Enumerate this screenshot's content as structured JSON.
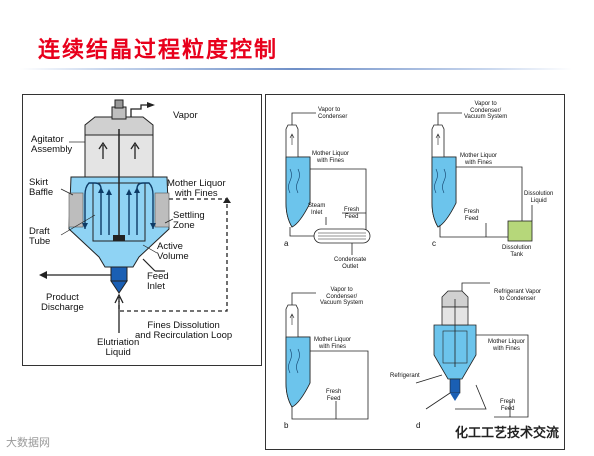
{
  "title": "连续结晶过程粒度控制",
  "left_panel": {
    "vapor": "Vapor",
    "agitator": "Agitator\nAssembly",
    "skirt": "Skirt\nBaffle",
    "mother": "Mother Liquor\nwith Fines",
    "settling": "Settling\nZone",
    "draft": "Draft\nTube",
    "active": "Active\nVolume",
    "feed": "Feed\nInlet",
    "product": "Product\nDischarge",
    "fines": "Fines Dissolution\nand Recirculation Loop",
    "elutriation": "Elutriation\nLiquid"
  },
  "right_panel": {
    "a": {
      "vapor": "Vapor to\nCondenser",
      "mother": "Mother Liquor\nwith Fines",
      "steam": "Steam\nInlet",
      "fresh": "Fresh\nFeed",
      "condensate": "Condensate\nOutlet",
      "letter": "a"
    },
    "c": {
      "vapor": "Vapor to\nCondenser/\nVacuum System",
      "mother": "Mother Liquor\nwith Fines",
      "dissolution": "Dissolution\nLiquid",
      "fresh": "Fresh\nFeed",
      "tank": "Dissolution\nTank",
      "letter": "c"
    },
    "b": {
      "vapor": "Vapor to\nCondenser/\nVacuum System",
      "mother": "Mother Liquor\nwith Fines",
      "fresh": "Fresh\nFeed",
      "letter": "b"
    },
    "d": {
      "vapor": "Refrigerant Vapor\nto Condenser",
      "mother": "Mother Liquor\nwith Fines",
      "refrigerant": "Refrigerant",
      "fresh": "Fresh\nFeed",
      "letter": "d"
    }
  },
  "footer": {
    "left": "大数据网",
    "right": "化工工艺技术交流"
  },
  "colors": {
    "title": "#e8001c",
    "liquid": "#8fd3f4",
    "liquid_dark": "#3fa8de",
    "vessel": "#d9d9d9",
    "accent_blue": "#1a5fb4"
  }
}
